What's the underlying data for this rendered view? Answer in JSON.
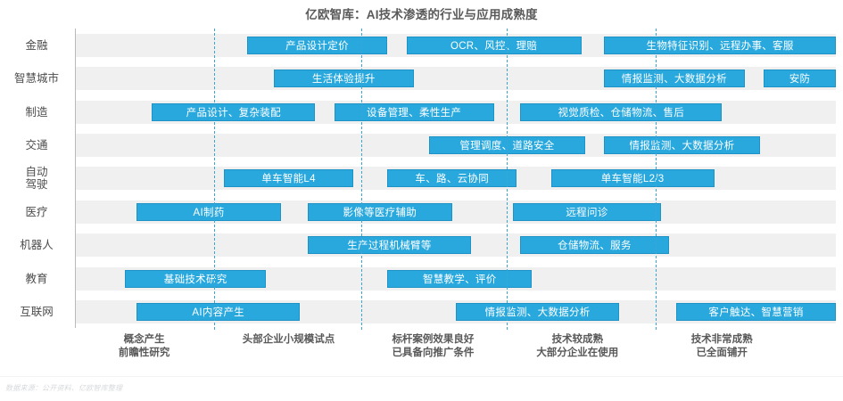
{
  "title": "亿欧智库：AI技术渗透的行业与应用成熟度",
  "source_note": "数据来源：公开资料、亿欧智库整理",
  "colors": {
    "bar_fill": "#29a8de",
    "bar_border": "#1f93c6",
    "band": "#f0f0f0",
    "divider": "#3aa6d8",
    "text": "#58595b",
    "title": "#5a5a5a",
    "source": "#d6d9dc"
  },
  "chart_data": {
    "type": "bar",
    "title": "亿欧智库：AI技术渗透的行业与应用成熟度",
    "xlabel": "",
    "ylabel": "",
    "grid": false,
    "legend": "none",
    "xlim": [
      0,
      100
    ],
    "stages": [
      {
        "label_line1": "概念产生",
        "label_line2": "前瞻性研究",
        "center": 9
      },
      {
        "label_line1": "头部企业小规模试点",
        "label_line2": "",
        "center": 28
      },
      {
        "label_line1": "标杆案例效果良好",
        "label_line2": "已具备向推广条件",
        "center": 47
      },
      {
        "label_line1": "技术较成熟",
        "label_line2": "大部分企业在使用",
        "center": 66
      },
      {
        "label_line1": "技术非常成熟",
        "label_line2": "已全面铺开",
        "center": 85
      }
    ],
    "dividers": [
      18.2,
      37.6,
      56.7,
      76.3
    ],
    "categories": [
      "金融",
      "智慧城市",
      "制造",
      "交通",
      "自动驾驶",
      "医疗",
      "机器人",
      "教育",
      "互联网"
    ],
    "category_lines": [
      [
        "金融"
      ],
      [
        "智慧城市"
      ],
      [
        "制造"
      ],
      [
        "交通"
      ],
      [
        "自动",
        "驾驶"
      ],
      [
        "医疗"
      ],
      [
        "机器人"
      ],
      [
        "教育"
      ],
      [
        "互联网"
      ]
    ],
    "rows": [
      {
        "category": "金融",
        "items": [
          {
            "label": "产品设计定价",
            "start": 22.5,
            "end": 41.0
          },
          {
            "label": "OCR、风控、理赔",
            "start": 43.5,
            "end": 66.5
          },
          {
            "label": "生物特征识别、远程办事、客服",
            "start": 69.5,
            "end": 100.0
          }
        ]
      },
      {
        "category": "智慧城市",
        "items": [
          {
            "label": "生活体验提升",
            "start": 26.0,
            "end": 44.5
          },
          {
            "label": "情报监测、大数据分析",
            "start": 69.5,
            "end": 88.0
          },
          {
            "label": "安防",
            "start": 90.5,
            "end": 100.0
          }
        ]
      },
      {
        "category": "制造",
        "items": [
          {
            "label": "产品设计、复杂装配",
            "start": 10.0,
            "end": 31.5
          },
          {
            "label": "设备管理、柔性生产",
            "start": 34.0,
            "end": 55.0
          },
          {
            "label": "视觉质检、仓储物流、售后",
            "start": 58.5,
            "end": 85.0
          }
        ]
      },
      {
        "category": "交通",
        "items": [
          {
            "label": "管理调度、道路安全",
            "start": 46.5,
            "end": 67.0
          },
          {
            "label": "情报监测、大数据分析",
            "start": 69.5,
            "end": 90.0
          }
        ]
      },
      {
        "category": "自动驾驶",
        "items": [
          {
            "label": "单车智能L4",
            "start": 19.5,
            "end": 36.5
          },
          {
            "label": "车、路、云协同",
            "start": 41.0,
            "end": 58.0
          },
          {
            "label": "单车智能L2/3",
            "start": 62.5,
            "end": 84.0
          }
        ]
      },
      {
        "category": "医疗",
        "items": [
          {
            "label": "AI制药",
            "start": 8.0,
            "end": 27.0
          },
          {
            "label": "影像等医疗辅助",
            "start": 30.5,
            "end": 49.5
          },
          {
            "label": "远程问诊",
            "start": 57.5,
            "end": 77.0
          }
        ]
      },
      {
        "category": "机器人",
        "items": [
          {
            "label": "生产过程机械臂等",
            "start": 30.5,
            "end": 52.0
          },
          {
            "label": "仓储物流、服务",
            "start": 58.5,
            "end": 78.0
          }
        ]
      },
      {
        "category": "教育",
        "items": [
          {
            "label": "基础技术研究",
            "start": 6.5,
            "end": 25.0
          },
          {
            "label": "智慧教学、评价",
            "start": 41.0,
            "end": 60.0
          }
        ]
      },
      {
        "category": "互联网",
        "items": [
          {
            "label": "AI内容产生",
            "start": 8.0,
            "end": 29.5
          },
          {
            "label": "情报监测、大数据分析",
            "start": 50.0,
            "end": 71.5
          },
          {
            "label": "客户触达、智慧营销",
            "start": 79.0,
            "end": 100.0
          }
        ]
      }
    ]
  }
}
